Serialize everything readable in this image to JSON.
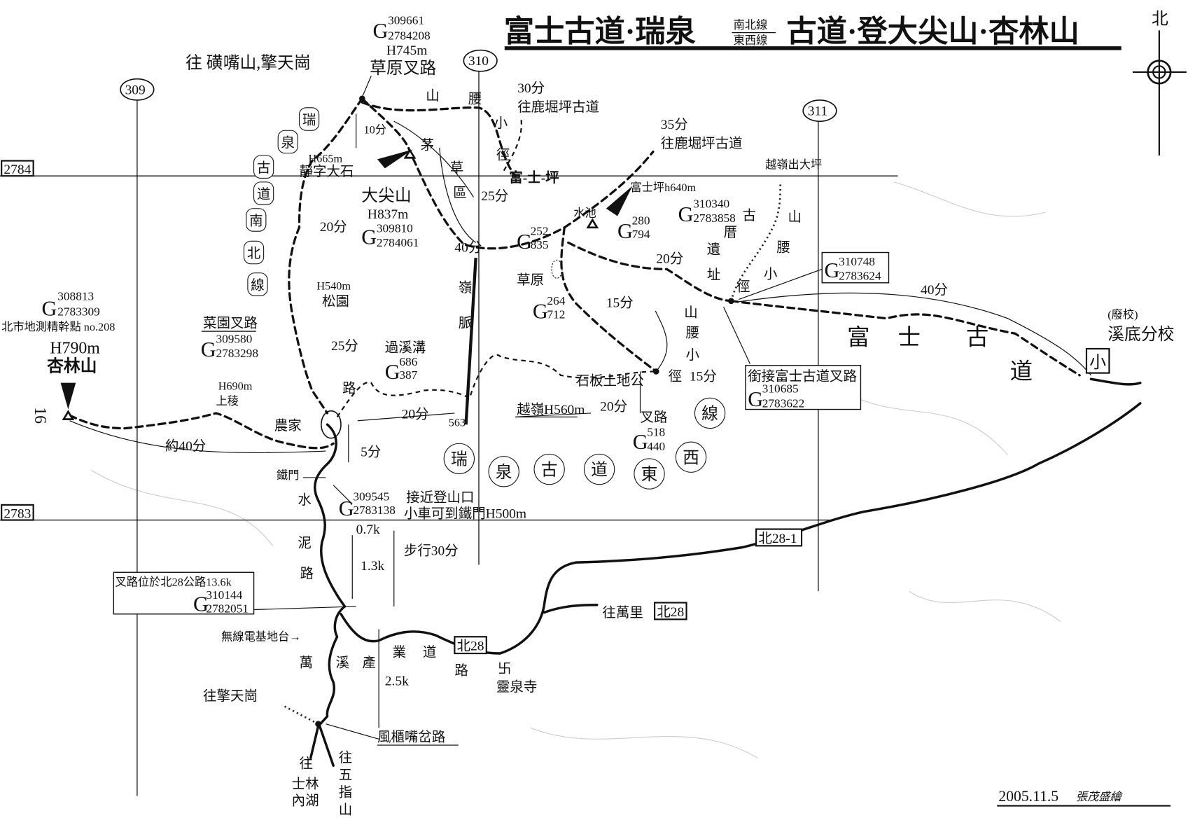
{
  "title": {
    "part1": "富士古道·瑞泉",
    "sub_top": "南北線",
    "sub_bottom": "東西線",
    "part2": "古道·登大尖山·杏林山",
    "north": "北"
  },
  "grid": {
    "x309": "309",
    "x310": "310",
    "x311": "311",
    "y2784": "2784",
    "y2783": "2783",
    "side_number": "16"
  },
  "caoyuan_junction": {
    "g_top": "309661",
    "g_bottom": "2784208",
    "height": "H745m",
    "name": "草原叉路",
    "to_label": "往 磺嘴山,擎天崗",
    "time": "10分"
  },
  "north_section": {
    "shan": "山",
    "yao": "腰",
    "xiao": "小",
    "jing": "徑",
    "t30": "30分",
    "to_luku1": "往鹿堀坪古道",
    "t35": "35分",
    "to_luku2": "往鹿堀坪古道",
    "to_daping": "越嶺出大坪"
  },
  "ns_line_chars": [
    "瑞",
    "泉",
    "古",
    "道",
    "南",
    "北",
    "線"
  ],
  "ew_line_chars": [
    "瑞",
    "泉",
    "古",
    "道",
    "東",
    "西",
    "線"
  ],
  "grass_area": {
    "mao": "茅",
    "cao": "草",
    "qu": "區",
    "t25": "25分",
    "t40": "40分"
  },
  "jingzi_rock": {
    "height": "H665m",
    "name": "靜字大石",
    "t20": "20分"
  },
  "datianshan": {
    "name": "大尖山",
    "height": "H837m",
    "g_top": "309810",
    "g_bottom": "2784061"
  },
  "fushiping": {
    "area": "富-士-坪",
    "name": "富士坪h640m",
    "g_top": "310340",
    "g_bottom": "2783858",
    "pond": "水池",
    "g280_top": "280",
    "g280_bottom": "794",
    "g252_top": "252",
    "g252_bottom": "835",
    "meadow": "草原",
    "g264_top": "264",
    "g264_bottom": "712",
    "t15": "15分",
    "t20": "20分"
  },
  "ruins": {
    "gu": "古",
    "cuo": "厝",
    "yi": "遺",
    "zhi": "址",
    "shan": "山",
    "yao": "腰",
    "xiao": "小",
    "jing": "徑",
    "g_top": "310748",
    "g_bottom": "2783624",
    "t40": "40分"
  },
  "ridge": {
    "ling": "嶺",
    "mai": "脈",
    "peak563": "563"
  },
  "fushi_trail": {
    "c1": "富",
    "c2": "士",
    "c3": "古",
    "c4": "道",
    "school_note": "(廢校)",
    "school": "溪底分校",
    "xiao_box": "小"
  },
  "songyuan": {
    "height": "H540m",
    "name": "松園",
    "t25": "25分"
  },
  "xinglinshan": {
    "g_top": "308813",
    "g_bottom": "2783309",
    "benchmark": "北市地測精幹點 no.208",
    "height": "H790m",
    "name": "杏林山"
  },
  "caiyuan": {
    "name": "菜園叉路",
    "g_top": "309580",
    "g_bottom": "2783298",
    "lu": "路",
    "farm": "農家"
  },
  "creek": {
    "name": "過溪溝",
    "g_top": "686",
    "g_bottom": "387",
    "t20": "20分"
  },
  "shiban": {
    "name": "石板土地公",
    "shan": "山",
    "yao": "腰",
    "xiao": "小",
    "jing": "徑",
    "t15": "15分"
  },
  "fushi_junction": {
    "name": "銜接富士古道叉路",
    "g_top": "310685",
    "g_bottom": "2783622"
  },
  "ridge_west": {
    "height": "H690m",
    "name": "上稜",
    "t40": "約40分"
  },
  "pass": {
    "name": "越嶺H560m",
    "t20": "20分",
    "junction": "叉路",
    "g_top": "518",
    "g_bottom": "440"
  },
  "trailhead": {
    "t5": "5分",
    "gate": "鐵門",
    "shui": "水",
    "ni": "泥",
    "lu": "路",
    "g_top": "309545",
    "g_bottom": "2783138",
    "line1": "接近登山口",
    "line2": "小車可到鐵門H500m",
    "d07": "0.7k",
    "walk": "步行30分",
    "d13": "1.3k"
  },
  "road_junction": {
    "note": "叉路位於北28公路13.6k",
    "g_top": "310144",
    "g_bottom": "2782051"
  },
  "roads": {
    "bei28_1": "北28-1",
    "to_wanli": "往萬里",
    "bei28_a": "北28",
    "bei28_b": "北28",
    "lu": "路",
    "temple_icon": "卐",
    "temple": "靈泉寺",
    "radio": "無線電基地台→",
    "wan": "萬",
    "xi": "溪",
    "chan": "產",
    "ye": "業",
    "dao": "道",
    "d25": "2.5k"
  },
  "south": {
    "to_qingtiangang": "往擎天崗",
    "fengguizui": "風櫃嘴岔路",
    "wang1": "往",
    "shilin": "士林",
    "neihu": "內湖",
    "wang2": "往",
    "wu": "五",
    "zhi": "指",
    "shan": "山"
  },
  "footer": {
    "date": "2005.11.5",
    "author": "張茂盛繪"
  }
}
